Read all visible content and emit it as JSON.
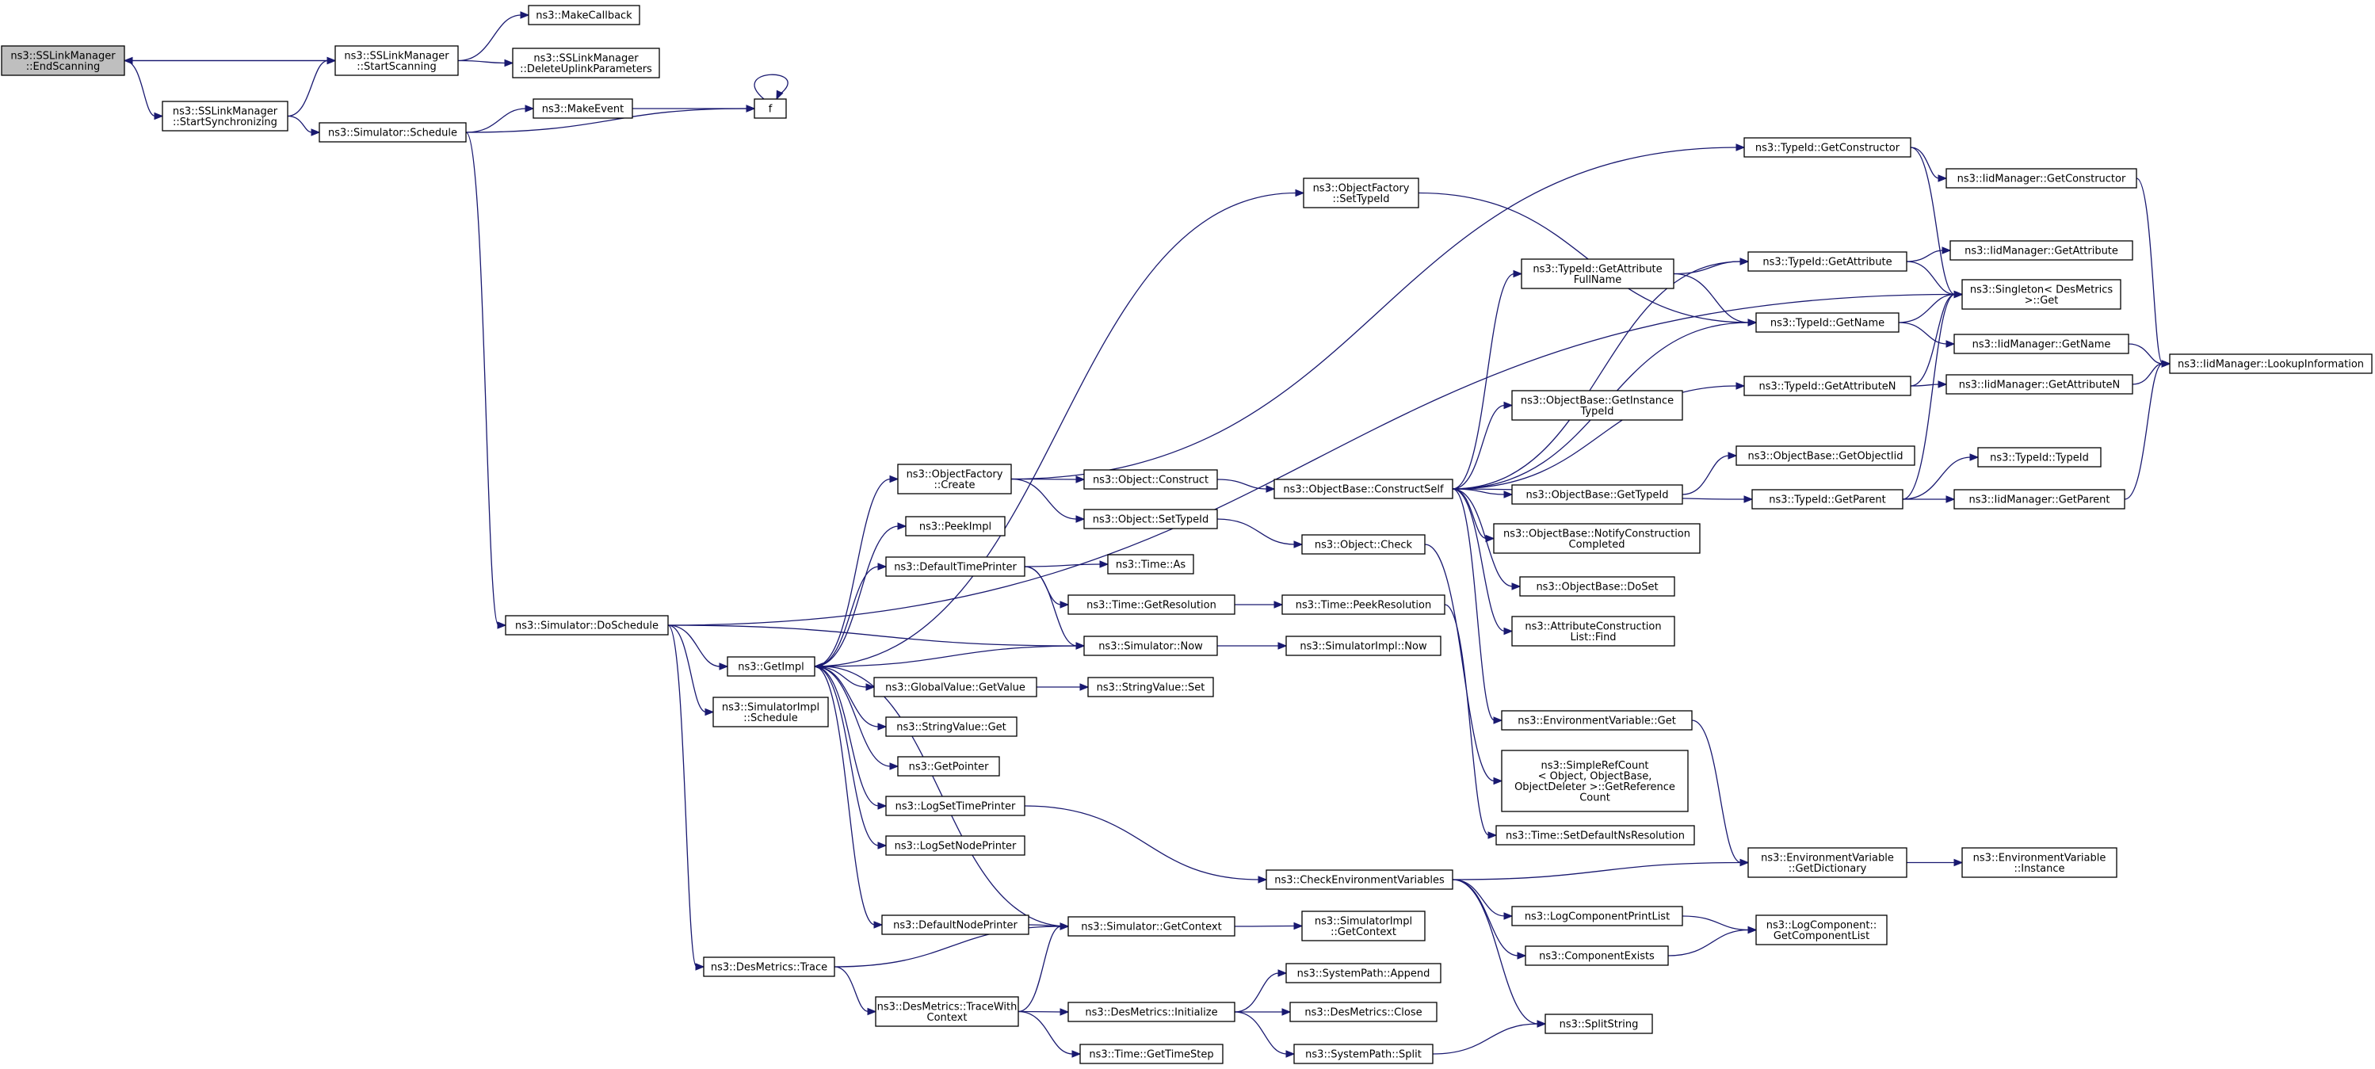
{
  "graph": {
    "title": "",
    "colors": {
      "edge": "#191970",
      "root_fill": "#bfbfbf",
      "truncated_border": "#ff0000",
      "node_border": "#000000"
    },
    "nodes": [
      {
        "id": "EndScanning",
        "lines": [
          "ns3::SSLinkManager",
          "::EndScanning"
        ],
        "style": "root"
      },
      {
        "id": "StartScanning",
        "lines": [
          "ns3::SSLinkManager",
          "::StartScanning"
        ]
      },
      {
        "id": "StartSync",
        "lines": [
          "ns3::SSLinkManager",
          "::StartSynchronizing"
        ]
      },
      {
        "id": "MakeCallback",
        "lines": [
          "ns3::MakeCallback"
        ]
      },
      {
        "id": "DeleteUplink",
        "lines": [
          "ns3::SSLinkManager",
          "::DeleteUplinkParameters"
        ]
      },
      {
        "id": "Schedule",
        "lines": [
          "ns3::Simulator::Schedule"
        ]
      },
      {
        "id": "MakeEvent",
        "lines": [
          "ns3::MakeEvent"
        ]
      },
      {
        "id": "f",
        "lines": [
          "f"
        ]
      },
      {
        "id": "DoSchedule",
        "lines": [
          "ns3::Simulator::DoSchedule"
        ]
      },
      {
        "id": "GetImpl",
        "lines": [
          "ns3::GetImpl"
        ]
      },
      {
        "id": "SimImplSchedule",
        "lines": [
          "ns3::SimulatorImpl",
          "::Schedule"
        ]
      },
      {
        "id": "DesTrace",
        "lines": [
          "ns3::DesMetrics::Trace"
        ]
      },
      {
        "id": "TraceWithContext",
        "lines": [
          "ns3::DesMetrics::TraceWith",
          "Context"
        ]
      },
      {
        "id": "OFCreate",
        "lines": [
          "ns3::ObjectFactory",
          "::Create"
        ]
      },
      {
        "id": "PeekImpl",
        "lines": [
          "ns3::PeekImpl"
        ]
      },
      {
        "id": "DefaultTimePrinter",
        "lines": [
          "ns3::DefaultTimePrinter"
        ]
      },
      {
        "id": "GVGetValue",
        "lines": [
          "ns3::GlobalValue::GetValue"
        ]
      },
      {
        "id": "SVGet",
        "lines": [
          "ns3::StringValue::Get"
        ]
      },
      {
        "id": "GetPointer",
        "lines": [
          "ns3::GetPointer"
        ]
      },
      {
        "id": "LogSetTimePrinter",
        "lines": [
          "ns3::LogSetTimePrinter"
        ]
      },
      {
        "id": "LogSetNodePrinter",
        "lines": [
          "ns3::LogSetNodePrinter"
        ]
      },
      {
        "id": "DefaultNodePrinter",
        "lines": [
          "ns3::DefaultNodePrinter"
        ]
      },
      {
        "id": "OFSetTypeId",
        "lines": [
          "ns3::ObjectFactory",
          "::SetTypeId"
        ]
      },
      {
        "id": "ObjConstruct",
        "lines": [
          "ns3::Object::Construct"
        ]
      },
      {
        "id": "ObjSetTypeId",
        "lines": [
          "ns3::Object::SetTypeId"
        ]
      },
      {
        "id": "TimeAs",
        "lines": [
          "ns3::Time::As"
        ]
      },
      {
        "id": "TimeGetRes",
        "lines": [
          "ns3::Time::GetResolution"
        ]
      },
      {
        "id": "SimNow",
        "lines": [
          "ns3::Simulator::Now"
        ]
      },
      {
        "id": "SVSet",
        "lines": [
          "ns3::StringValue::Set"
        ]
      },
      {
        "id": "SimGetContext",
        "lines": [
          "ns3::Simulator::GetContext"
        ]
      },
      {
        "id": "DesInit",
        "lines": [
          "ns3::DesMetrics::Initialize"
        ]
      },
      {
        "id": "TimeGetStep",
        "lines": [
          "ns3::Time::GetTimeStep"
        ]
      },
      {
        "id": "ConstructSelf",
        "lines": [
          "ns3::ObjectBase::ConstructSelf"
        ]
      },
      {
        "id": "ObjCheck",
        "lines": [
          "ns3::Object::Check"
        ]
      },
      {
        "id": "PeekRes",
        "lines": [
          "ns3::Time::PeekResolution"
        ]
      },
      {
        "id": "SimImplNow",
        "lines": [
          "ns3::SimulatorImpl::Now"
        ]
      },
      {
        "id": "CheckEnv",
        "lines": [
          "ns3::CheckEnvironmentVariables"
        ]
      },
      {
        "id": "SimImplGetCtx",
        "lines": [
          "ns3::SimulatorImpl",
          "::GetContext"
        ]
      },
      {
        "id": "SPAppend",
        "lines": [
          "ns3::SystemPath::Append"
        ]
      },
      {
        "id": "DesClose",
        "lines": [
          "ns3::DesMetrics::Close"
        ]
      },
      {
        "id": "SPSplit",
        "lines": [
          "ns3::SystemPath::Split"
        ]
      },
      {
        "id": "TIGetAttrFullName",
        "lines": [
          "ns3::TypeId::GetAttribute",
          "FullName"
        ]
      },
      {
        "id": "OBGetInstanceTypeId",
        "lines": [
          "ns3::ObjectBase::GetInstance",
          "TypeId"
        ]
      },
      {
        "id": "OBGetTypeId",
        "lines": [
          "ns3::ObjectBase::GetTypeId"
        ]
      },
      {
        "id": "OBNotify",
        "lines": [
          "ns3::ObjectBase::NotifyConstruction",
          "Completed"
        ]
      },
      {
        "id": "OBDoSet",
        "lines": [
          "ns3::ObjectBase::DoSet"
        ]
      },
      {
        "id": "ACLFind",
        "lines": [
          "ns3::AttributeConstruction",
          "List::Find"
        ]
      },
      {
        "id": "EnvGet",
        "lines": [
          "ns3::EnvironmentVariable::Get"
        ]
      },
      {
        "id": "SimpleRefCount",
        "lines": [
          "ns3::SimpleRefCount",
          "< Object, ObjectBase,",
          "ObjectDeleter >::GetReference",
          "Count"
        ]
      },
      {
        "id": "SetDefaultNsRes",
        "lines": [
          "ns3::Time::SetDefaultNsResolution"
        ],
        "style": "truncated"
      },
      {
        "id": "LogCompPrintList",
        "lines": [
          "ns3::LogComponentPrintList"
        ]
      },
      {
        "id": "CompExists",
        "lines": [
          "ns3::ComponentExists"
        ]
      },
      {
        "id": "SplitString",
        "lines": [
          "ns3::SplitString"
        ]
      },
      {
        "id": "TIGetConstructor",
        "lines": [
          "ns3::TypeId::GetConstructor"
        ]
      },
      {
        "id": "TIGetAttribute",
        "lines": [
          "ns3::TypeId::GetAttribute"
        ]
      },
      {
        "id": "TIGetName",
        "lines": [
          "ns3::TypeId::GetName"
        ]
      },
      {
        "id": "TIGetAttributeN",
        "lines": [
          "ns3::TypeId::GetAttributeN"
        ]
      },
      {
        "id": "OBGetObjectIid",
        "lines": [
          "ns3::ObjectBase::GetObjectIid"
        ],
        "style": "truncated"
      },
      {
        "id": "TIGetParent",
        "lines": [
          "ns3::TypeId::GetParent"
        ]
      },
      {
        "id": "EVGetDict",
        "lines": [
          "ns3::EnvironmentVariable",
          "::GetDictionary"
        ]
      },
      {
        "id": "LCGetCompList",
        "lines": [
          "ns3::LogComponent::",
          "GetComponentList"
        ]
      },
      {
        "id": "IMGetConstructor",
        "lines": [
          "ns3::IidManager::GetConstructor"
        ]
      },
      {
        "id": "IMGetAttribute",
        "lines": [
          "ns3::IidManager::GetAttribute"
        ]
      },
      {
        "id": "SingletonGet",
        "lines": [
          "ns3::Singleton< DesMetrics",
          " >::Get"
        ]
      },
      {
        "id": "IMGetName",
        "lines": [
          "ns3::IidManager::GetName"
        ]
      },
      {
        "id": "IMGetAttributeN",
        "lines": [
          "ns3::IidManager::GetAttributeN"
        ]
      },
      {
        "id": "TITypeId",
        "lines": [
          "ns3::TypeId::TypeId"
        ]
      },
      {
        "id": "IMGetParent",
        "lines": [
          "ns3::IidManager::GetParent"
        ]
      },
      {
        "id": "EVInstance",
        "lines": [
          "ns3::EnvironmentVariable",
          "::Instance"
        ]
      },
      {
        "id": "IMLookup",
        "lines": [
          "ns3::IidManager::LookupInformation"
        ]
      }
    ],
    "edges": [
      [
        "EndScanning",
        "StartScanning"
      ],
      [
        "StartScanning",
        "EndScanning"
      ],
      [
        "EndScanning",
        "StartSync"
      ],
      [
        "StartScanning",
        "MakeCallback"
      ],
      [
        "StartScanning",
        "DeleteUplink"
      ],
      [
        "StartSync",
        "StartScanning"
      ],
      [
        "StartSync",
        "Schedule"
      ],
      [
        "Schedule",
        "MakeEvent"
      ],
      [
        "Schedule",
        "f"
      ],
      [
        "MakeEvent",
        "f"
      ],
      [
        "f",
        "f"
      ],
      [
        "Schedule",
        "DoSchedule"
      ],
      [
        "DoSchedule",
        "SingletonGet"
      ],
      [
        "DoSchedule",
        "GetImpl"
      ],
      [
        "DoSchedule",
        "SimImplSchedule"
      ],
      [
        "DoSchedule",
        "SimNow"
      ],
      [
        "DoSchedule",
        "DesTrace"
      ],
      [
        "GetImpl",
        "OFCreate"
      ],
      [
        "GetImpl",
        "OFSetTypeId"
      ],
      [
        "GetImpl",
        "PeekImpl"
      ],
      [
        "GetImpl",
        "DefaultTimePrinter"
      ],
      [
        "GetImpl",
        "GVGetValue"
      ],
      [
        "GetImpl",
        "SVGet"
      ],
      [
        "GetImpl",
        "GetPointer"
      ],
      [
        "GetImpl",
        "LogSetTimePrinter"
      ],
      [
        "GetImpl",
        "LogSetNodePrinter"
      ],
      [
        "GetImpl",
        "DefaultNodePrinter"
      ],
      [
        "SimNow",
        "GetImpl"
      ],
      [
        "SimGetContext",
        "GetImpl"
      ],
      [
        "OFCreate",
        "ObjConstruct"
      ],
      [
        "OFCreate",
        "ObjSetTypeId"
      ],
      [
        "OFCreate",
        "TIGetConstructor"
      ],
      [
        "OFSetTypeId",
        "TIGetName"
      ],
      [
        "DefaultTimePrinter",
        "TimeAs"
      ],
      [
        "DefaultTimePrinter",
        "TimeGetRes"
      ],
      [
        "DefaultTimePrinter",
        "SimNow"
      ],
      [
        "GVGetValue",
        "SVSet"
      ],
      [
        "LogSetTimePrinter",
        "CheckEnv"
      ],
      [
        "DefaultNodePrinter",
        "SimGetContext"
      ],
      [
        "DesTrace",
        "SimGetContext"
      ],
      [
        "DesTrace",
        "TraceWithContext"
      ],
      [
        "TraceWithContext",
        "SimGetContext"
      ],
      [
        "TraceWithContext",
        "DesInit"
      ],
      [
        "TraceWithContext",
        "TimeGetStep"
      ],
      [
        "ObjConstruct",
        "ConstructSelf"
      ],
      [
        "ObjSetTypeId",
        "ObjCheck"
      ],
      [
        "TimeGetRes",
        "PeekRes"
      ],
      [
        "SimNow",
        "SimImplNow"
      ],
      [
        "SimGetContext",
        "SimImplGetCtx"
      ],
      [
        "DesInit",
        "SPAppend"
      ],
      [
        "DesInit",
        "DesClose"
      ],
      [
        "DesInit",
        "SPSplit"
      ],
      [
        "ConstructSelf",
        "TIGetAttrFullName"
      ],
      [
        "ConstructSelf",
        "TIGetAttribute"
      ],
      [
        "ConstructSelf",
        "TIGetName"
      ],
      [
        "ConstructSelf",
        "TIGetAttributeN"
      ],
      [
        "ConstructSelf",
        "OBGetInstanceTypeId"
      ],
      [
        "ConstructSelf",
        "OBGetTypeId"
      ],
      [
        "ConstructSelf",
        "OBNotify"
      ],
      [
        "ConstructSelf",
        "OBDoSet"
      ],
      [
        "ConstructSelf",
        "ACLFind"
      ],
      [
        "ConstructSelf",
        "EnvGet"
      ],
      [
        "ConstructSelf",
        "TIGetParent"
      ],
      [
        "ObjCheck",
        "SimpleRefCount"
      ],
      [
        "PeekRes",
        "SetDefaultNsRes"
      ],
      [
        "CheckEnv",
        "EVGetDict"
      ],
      [
        "CheckEnv",
        "LogCompPrintList"
      ],
      [
        "CheckEnv",
        "CompExists"
      ],
      [
        "CheckEnv",
        "SplitString"
      ],
      [
        "SPSplit",
        "SplitString"
      ],
      [
        "TIGetAttrFullName",
        "TIGetAttribute"
      ],
      [
        "TIGetAttrFullName",
        "TIGetName"
      ],
      [
        "OBGetTypeId",
        "OBGetObjectIid"
      ],
      [
        "EnvGet",
        "EVGetDict"
      ],
      [
        "LogCompPrintList",
        "LCGetCompList"
      ],
      [
        "CompExists",
        "LCGetCompList"
      ],
      [
        "TIGetConstructor",
        "IMGetConstructor"
      ],
      [
        "TIGetConstructor",
        "SingletonGet"
      ],
      [
        "TIGetAttribute",
        "IMGetAttribute"
      ],
      [
        "TIGetAttribute",
        "SingletonGet"
      ],
      [
        "TIGetName",
        "IMGetName"
      ],
      [
        "TIGetName",
        "SingletonGet"
      ],
      [
        "TIGetAttributeN",
        "IMGetAttributeN"
      ],
      [
        "TIGetAttributeN",
        "SingletonGet"
      ],
      [
        "TIGetParent",
        "TITypeId"
      ],
      [
        "TIGetParent",
        "IMGetParent"
      ],
      [
        "TIGetParent",
        "SingletonGet"
      ],
      [
        "EVGetDict",
        "EVInstance"
      ],
      [
        "IMGetConstructor",
        "IMLookup"
      ],
      [
        "IMGetName",
        "IMLookup"
      ],
      [
        "IMGetAttributeN",
        "IMLookup"
      ],
      [
        "IMGetParent",
        "IMLookup"
      ]
    ]
  }
}
